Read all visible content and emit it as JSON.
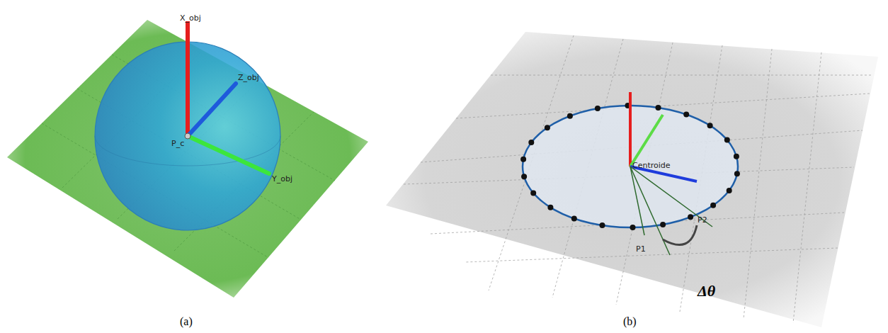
{
  "diagram": {
    "labels": [
      "X_obj",
      "Z_obj",
      "P_c",
      "Y_obj",
      "Centroide",
      "P1",
      "P2",
      "Δθ",
      "(a)",
      "(b)"
    ]
  }
}
